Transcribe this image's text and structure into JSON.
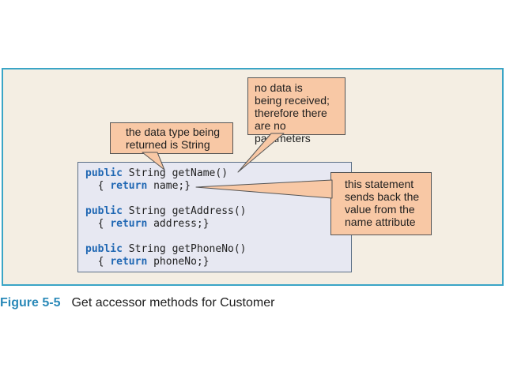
{
  "code_lines": [
    {
      "keyword": "public",
      "rest": " String getName()"
    },
    {
      "prefix": "  { ",
      "keyword": "return",
      "rest": " name;}"
    },
    {
      "keyword": "public",
      "rest": " String getAddress()"
    },
    {
      "prefix": "  { ",
      "keyword": "return",
      "rest": " address;}"
    },
    {
      "keyword": "public",
      "rest": " String getPhoneNo()"
    },
    {
      "prefix": "  { ",
      "keyword": "return",
      "rest": " phoneNo;}"
    }
  ],
  "callouts": {
    "return_type": "the data type being\nreturned is String",
    "no_parameters": "no data is\nbeing received;\ntherefore there\nare no parameters",
    "return_statement": "this statement\nsends back the\nvalue from the\nname attribute"
  },
  "caption": {
    "label": "Figure 5-5",
    "text": "Get accessor methods for Customer"
  },
  "colors": {
    "panel_border": "#3aa5c6",
    "panel_background": "#f4eee3",
    "code_background": "#e7e8f2",
    "code_keyword": "#1f67b3",
    "callout_background": "#f8c8a5",
    "caption_label": "#2a89b8"
  }
}
